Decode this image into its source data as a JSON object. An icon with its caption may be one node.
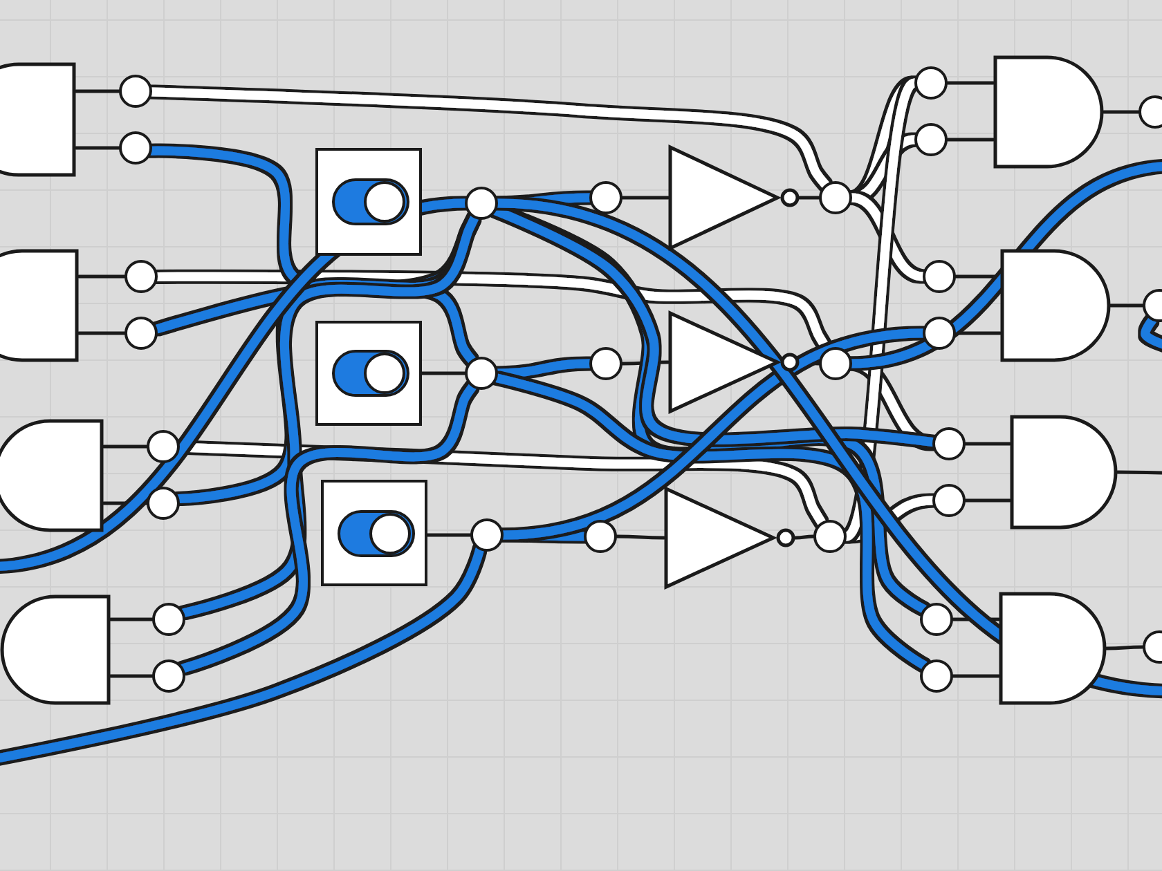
{
  "diagram": {
    "nodes": [
      {
        "text": [],
        "shape": "gate"
      },
      {
        "text": [],
        "shape": "gate"
      },
      {
        "text": [],
        "shape": "gate"
      },
      {
        "text": [],
        "shape": "gate"
      },
      {
        "text": [],
        "shape": "circle"
      },
      {
        "text": [],
        "shape": "circle"
      },
      {
        "text": [],
        "shape": "circle"
      },
      {
        "text": [],
        "shape": "circle"
      },
      {
        "text": [],
        "shape": "circle"
      },
      {
        "text": [],
        "shape": "circle"
      },
      {
        "text": [],
        "shape": "circle"
      },
      {
        "text": [],
        "shape": "circle"
      },
      {
        "text": [],
        "shape": "box"
      },
      {
        "text": [],
        "shape": "box"
      },
      {
        "text": [],
        "shape": "box"
      },
      {
        "text": [],
        "shape": "circle"
      },
      {
        "text": [],
        "shape": "circle"
      },
      {
        "text": [],
        "shape": "circle"
      },
      {
        "text": [],
        "shape": "circle"
      },
      {
        "text": [],
        "shape": "triangle"
      },
      {
        "text": [],
        "shape": "circle"
      },
      {
        "text": [],
        "shape": "circle"
      },
      {
        "text": [],
        "shape": "triangle"
      },
      {
        "text": [],
        "shape": "circle"
      },
      {
        "text": [],
        "shape": "circle"
      },
      {
        "text": [],
        "shape": "triangle"
      },
      {
        "text": [],
        "shape": "circle"
      },
      {
        "text": [],
        "shape": "circle"
      },
      {
        "text": [],
        "shape": "circle"
      },
      {
        "text": [],
        "shape": "gate"
      },
      {
        "text": [],
        "shape": "circle"
      },
      {
        "text": [],
        "shape": "circle"
      },
      {
        "text": [],
        "shape": "circle"
      },
      {
        "text": [],
        "shape": "gate"
      },
      {
        "text": [],
        "shape": "circle"
      },
      {
        "text": [],
        "shape": "circle"
      },
      {
        "text": [],
        "shape": "circle"
      },
      {
        "text": [],
        "shape": "gate"
      },
      {
        "text": [],
        "shape": "circle"
      },
      {
        "text": [],
        "shape": "circle"
      },
      {
        "text": [],
        "shape": "gate"
      },
      {
        "text": [],
        "shape": "circle"
      }
    ],
    "edges": [
      {
        "from": 0,
        "to": 4,
        "arrow": "none"
      },
      {
        "from": 0,
        "to": 5,
        "arrow": "none"
      },
      {
        "from": 1,
        "to": 6,
        "arrow": "none"
      },
      {
        "from": 1,
        "to": 7,
        "arrow": "none"
      },
      {
        "from": 2,
        "to": 8,
        "arrow": "none"
      },
      {
        "from": 2,
        "to": 9,
        "arrow": "none"
      },
      {
        "from": 3,
        "to": 10,
        "arrow": "none"
      },
      {
        "from": 3,
        "to": 11,
        "arrow": "none"
      },
      {
        "from": 12,
        "to": 15,
        "arrow": "none"
      },
      {
        "from": 13,
        "to": 16,
        "arrow": "none"
      },
      {
        "from": 14,
        "to": 17,
        "arrow": "none"
      },
      {
        "from": 18,
        "to": 19,
        "arrow": "none"
      },
      {
        "from": 19,
        "to": 20,
        "arrow": "none"
      },
      {
        "from": 21,
        "to": 22,
        "arrow": "none"
      },
      {
        "from": 22,
        "to": 23,
        "arrow": "none"
      },
      {
        "from": 24,
        "to": 25,
        "arrow": "none"
      },
      {
        "from": 25,
        "to": 26,
        "arrow": "none"
      },
      {
        "from": 27,
        "to": 29,
        "arrow": "none"
      },
      {
        "from": 28,
        "to": 29,
        "arrow": "none"
      },
      {
        "from": 29,
        "to": 30,
        "arrow": "none"
      },
      {
        "from": 31,
        "to": 33,
        "arrow": "none"
      },
      {
        "from": 32,
        "to": 33,
        "arrow": "none"
      },
      {
        "from": 33,
        "to": 34,
        "arrow": "none"
      },
      {
        "from": 35,
        "to": 37,
        "arrow": "none"
      },
      {
        "from": 36,
        "to": 37,
        "arrow": "none"
      },
      {
        "from": 38,
        "to": 40,
        "arrow": "none"
      },
      {
        "from": 39,
        "to": 40,
        "arrow": "none"
      },
      {
        "from": 40,
        "to": 41,
        "arrow": "none"
      },
      {
        "from": 37,
        "to": null,
        "arrow": "none"
      },
      {
        "from": 4,
        "to": 20,
        "arrow": "none",
        "style": "thick",
        "color": "#ffffff"
      },
      {
        "from": 6,
        "to": 23,
        "arrow": "none",
        "style": "thick",
        "color": "#ffffff"
      },
      {
        "from": 8,
        "to": 26,
        "arrow": "none",
        "style": "thick",
        "color": "#ffffff"
      },
      {
        "from": 20,
        "to": 27,
        "arrow": "none",
        "style": "thick",
        "color": "#ffffff"
      },
      {
        "from": 20,
        "to": 28,
        "arrow": "none",
        "style": "thick",
        "color": "#ffffff"
      },
      {
        "from": 20,
        "to": 31,
        "arrow": "none",
        "style": "thick",
        "color": "#ffffff"
      },
      {
        "from": 23,
        "to": 35,
        "arrow": "none",
        "style": "thick",
        "color": "#ffffff"
      },
      {
        "from": 26,
        "to": 36,
        "arrow": "none",
        "style": "thick",
        "color": "#ffffff"
      },
      {
        "from": 26,
        "to": 27,
        "arrow": "none",
        "style": "thick",
        "color": "#ffffff"
      },
      {
        "from": 5,
        "to": 16,
        "arrow": "none",
        "style": "thick",
        "color": "#1e7be0"
      },
      {
        "from": 15,
        "to": 18,
        "arrow": "none",
        "style": "thick",
        "color": "#1e7be0"
      },
      {
        "from": 7,
        "to": 15,
        "arrow": "none",
        "style": "thick",
        "color": "#1e7be0"
      },
      {
        "from": 9,
        "to": 15,
        "arrow": "none",
        "style": "thick",
        "color": "#1e7be0"
      },
      {
        "from": 10,
        "to": 15,
        "arrow": "none",
        "style": "thick",
        "color": "#1e7be0"
      },
      {
        "from": 15,
        "to": 38,
        "arrow": "none",
        "style": "thick",
        "color": "#1e7be0"
      },
      {
        "from": 15,
        "to": 35,
        "arrow": "none",
        "style": "thick",
        "color": "#1e7be0"
      },
      {
        "from": 16,
        "to": 21,
        "arrow": "none",
        "style": "thick",
        "color": "#1e7be0"
      },
      {
        "from": 11,
        "to": 16,
        "arrow": "none",
        "style": "thick",
        "color": "#1e7be0"
      },
      {
        "from": 16,
        "to": 39,
        "arrow": "none",
        "style": "thick",
        "color": "#1e7be0"
      },
      {
        "from": 17,
        "to": 24,
        "arrow": "none",
        "style": "thick",
        "color": "#1e7be0"
      },
      {
        "from": 17,
        "to": 32,
        "arrow": "none",
        "style": "thick",
        "color": "#1e7be0"
      },
      {
        "from": null,
        "to": 15,
        "arrow": "none",
        "style": "thick",
        "color": "#1e7be0"
      },
      {
        "from": null,
        "to": 17,
        "arrow": "none",
        "style": "thick",
        "color": "#1e7be0"
      },
      {
        "from": 23,
        "to": null,
        "arrow": "none",
        "style": "thick",
        "color": "#1e7be0"
      },
      {
        "from": 34,
        "to": null,
        "arrow": "none",
        "style": "thick",
        "color": "#1e7be0"
      },
      {
        "from": 15,
        "to": null,
        "arrow": "none",
        "style": "thick",
        "color": "#1e7be0"
      }
    ]
  }
}
